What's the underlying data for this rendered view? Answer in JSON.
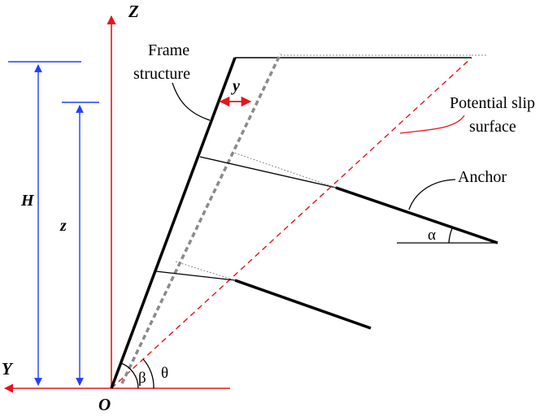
{
  "axes": {
    "z_label": "Z",
    "y_label": "Y",
    "origin_label": "O",
    "axis_color": "#e8131b"
  },
  "dimensions": {
    "height_label": "H",
    "depth_label": "z",
    "offset_label": "y",
    "dimension_color": "#1f3fff"
  },
  "labels": {
    "frame_structure_line1": "Frame",
    "frame_structure_line2": "structure",
    "slip_surface_line1": "Potential slip",
    "slip_surface_line2": "surface",
    "anchor": "Anchor"
  },
  "angles": {
    "alpha": "α",
    "beta": "β",
    "theta": "θ"
  },
  "colors": {
    "slip_surface": "#e8131b",
    "frame": "#000000",
    "dashed_reference": "#888888"
  }
}
